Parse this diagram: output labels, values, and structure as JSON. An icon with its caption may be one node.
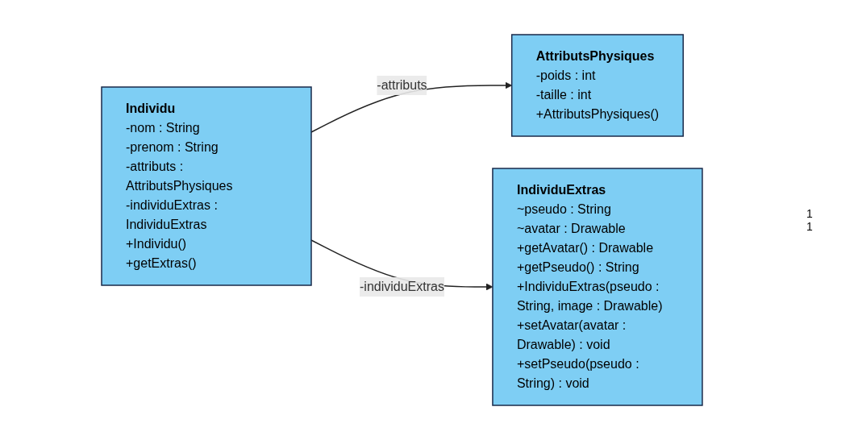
{
  "diagram": {
    "nodes": [
      {
        "text": [
          "Individu",
          "-nom : String",
          "-prenom : String",
          "-attributs : AttributsPhysiques",
          "-individuExtras : IndividuExtras",
          "+Individu()",
          "+getExtras()"
        ]
      },
      {
        "text": [
          "AttributsPhysiques",
          "-poids : int",
          "-taille : int",
          "+AttributsPhysiques()"
        ]
      },
      {
        "text": [
          "IndividuExtras",
          "~pseudo : String",
          "~avatar : Drawable",
          "+getAvatar() : Drawable",
          "+getPseudo() : String",
          "+IndividuExtras(pseudo : String, image : Drawable)",
          "+setAvatar(avatar : Drawable) : void",
          "+setPseudo(pseudo : String) : void"
        ]
      }
    ],
    "edges": [
      {
        "from": 0,
        "to": 1,
        "arrow": "to",
        "label": "-attributs"
      },
      {
        "from": 0,
        "to": 2,
        "arrow": "to",
        "label": "-individuExtras"
      }
    ],
    "labels": [
      "1",
      "1"
    ]
  }
}
